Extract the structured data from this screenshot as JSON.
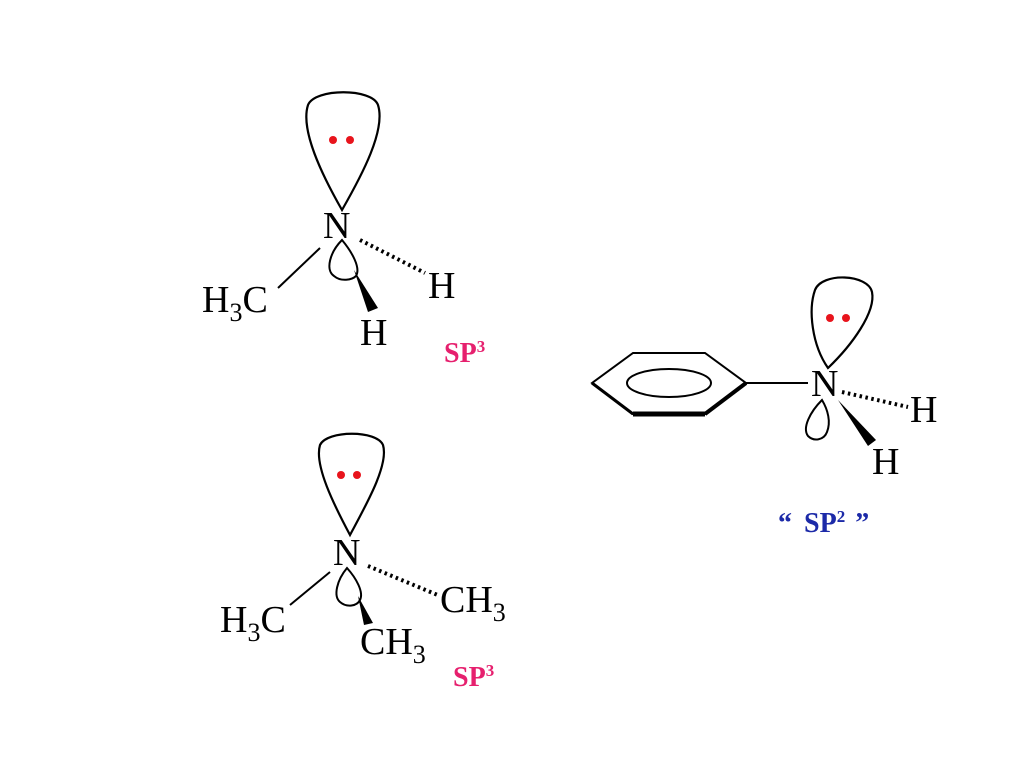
{
  "colors": {
    "lone_pair": "#e8141c",
    "sp3_label": "#e6206e",
    "sp2_label": "#1c2aa8",
    "bonds": "#000000"
  },
  "methylamine": {
    "n": "N",
    "h_right": "H",
    "h_bottom": "H",
    "ch3": {
      "main": "H",
      "sub": "3",
      "tail": "C"
    },
    "hybrid": {
      "main": "SP",
      "sup": "3"
    }
  },
  "trimethylamine": {
    "n": "N",
    "ch3_left": {
      "main": "H",
      "sub": "3",
      "tail": "C"
    },
    "ch3_right": {
      "main": "CH",
      "sub": "3"
    },
    "ch3_bottom": {
      "main": "CH",
      "sub": "3"
    },
    "hybrid": {
      "main": "SP",
      "sup": "3"
    }
  },
  "aniline": {
    "n": "N",
    "h_right": "H",
    "h_bottom": "H",
    "hybrid": {
      "open_quote": "“",
      "main": "SP",
      "sup": "2",
      "close_quote": "”"
    }
  }
}
